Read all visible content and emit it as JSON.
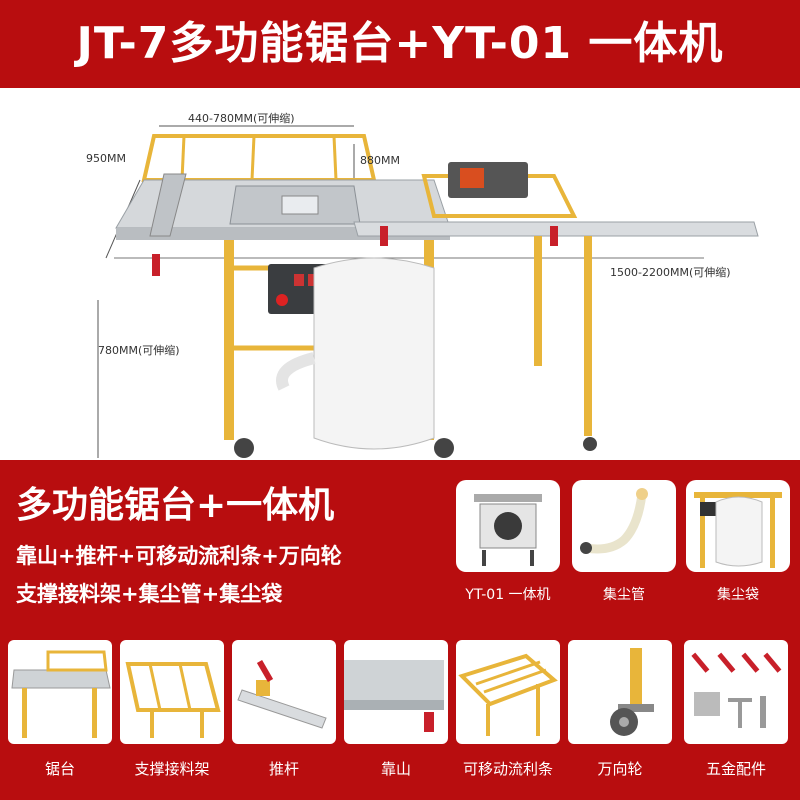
{
  "banner": {
    "title": "JT-7多功能锯台+YT-01 一体机"
  },
  "dimensions": {
    "width_top": "440-780MM(可伸缩)",
    "depth": "950MM",
    "table_height": "880MM",
    "extension": "1500-2200MM(可伸缩)",
    "leg_height": "780MM(可伸缩)"
  },
  "combo": {
    "headline": "多功能锯台+一体机",
    "features": [
      "靠山+推杆+可移动流利条+万向轮",
      "支撑接料架+集尘管+集尘袋"
    ]
  },
  "accessories": [
    {
      "label": "YT-01 一体机",
      "icon": "yt01-machine-image"
    },
    {
      "label": "集尘管",
      "icon": "dust-hose-image"
    },
    {
      "label": "集尘袋",
      "icon": "dust-bag-image"
    }
  ],
  "parts": [
    {
      "label": "锯台",
      "icon": "saw-table-image"
    },
    {
      "label": "支撑接料架",
      "icon": "support-rack-image"
    },
    {
      "label": "推杆",
      "icon": "push-rod-image"
    },
    {
      "label": "靠山",
      "icon": "fence-image"
    },
    {
      "label": "可移动流利条",
      "icon": "roller-strip-image"
    },
    {
      "label": "万向轮",
      "icon": "caster-wheel-image"
    },
    {
      "label": "五金配件",
      "icon": "hardware-image"
    }
  ],
  "colors": {
    "brand_red": "#b80d0f",
    "frame_yellow": "#e8b53a",
    "steel": "#cfd3d6"
  }
}
